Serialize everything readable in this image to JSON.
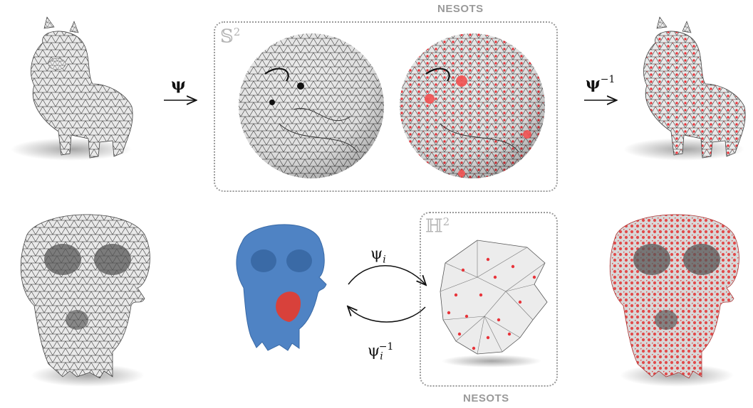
{
  "top_row": {
    "map_label": "ψ",
    "inverse_map_label": "ψ",
    "inverse_exponent": "−1",
    "space_label": "𝕊",
    "space_exponent": "2",
    "method_label": "NESOTS"
  },
  "bottom_row": {
    "local_map_label": "ψ",
    "local_map_subscript": "i",
    "local_inverse_label": "ψ",
    "local_inverse_subscript": "i",
    "local_inverse_exponent": "−1",
    "space_label": "ℍ",
    "space_exponent": "2",
    "method_label": "NESOTS"
  },
  "colors": {
    "mesh_surface": "#e6e6e6",
    "mesh_lines": "#222222",
    "sample_points": "#e8343a",
    "chart_blue": "#4f83c4",
    "patch_red": "#d8413b",
    "box_border": "#9a9a9a"
  }
}
